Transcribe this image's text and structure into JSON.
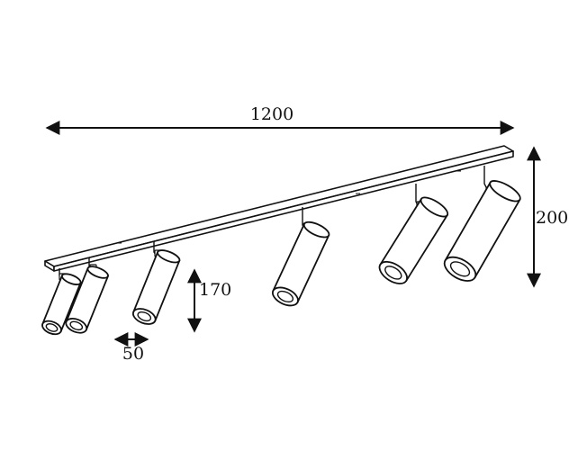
{
  "dimensions": {
    "width_label": "1200",
    "height_total_label": "200",
    "spot_height_label": "170",
    "spot_diameter_label": "50"
  },
  "colors": {
    "line": "#111111",
    "background": "#ffffff"
  },
  "fixture": {
    "spot_count": 6
  }
}
